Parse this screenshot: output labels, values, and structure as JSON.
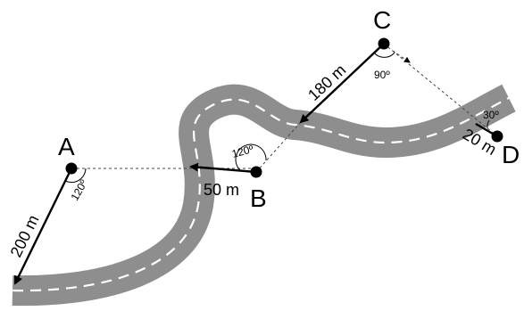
{
  "points": {
    "a": "A",
    "b": "B",
    "c": "C",
    "d": "D"
  },
  "distances": {
    "a": "200 m",
    "b": "50 m",
    "c": "180 m",
    "d": "20 m"
  },
  "angles": {
    "a": "120º",
    "b": "120º",
    "c": "90º",
    "d": "30º"
  },
  "colors": {
    "road": "#8e8e8e",
    "road_center": "#ffffff",
    "ink": "#000000"
  }
}
